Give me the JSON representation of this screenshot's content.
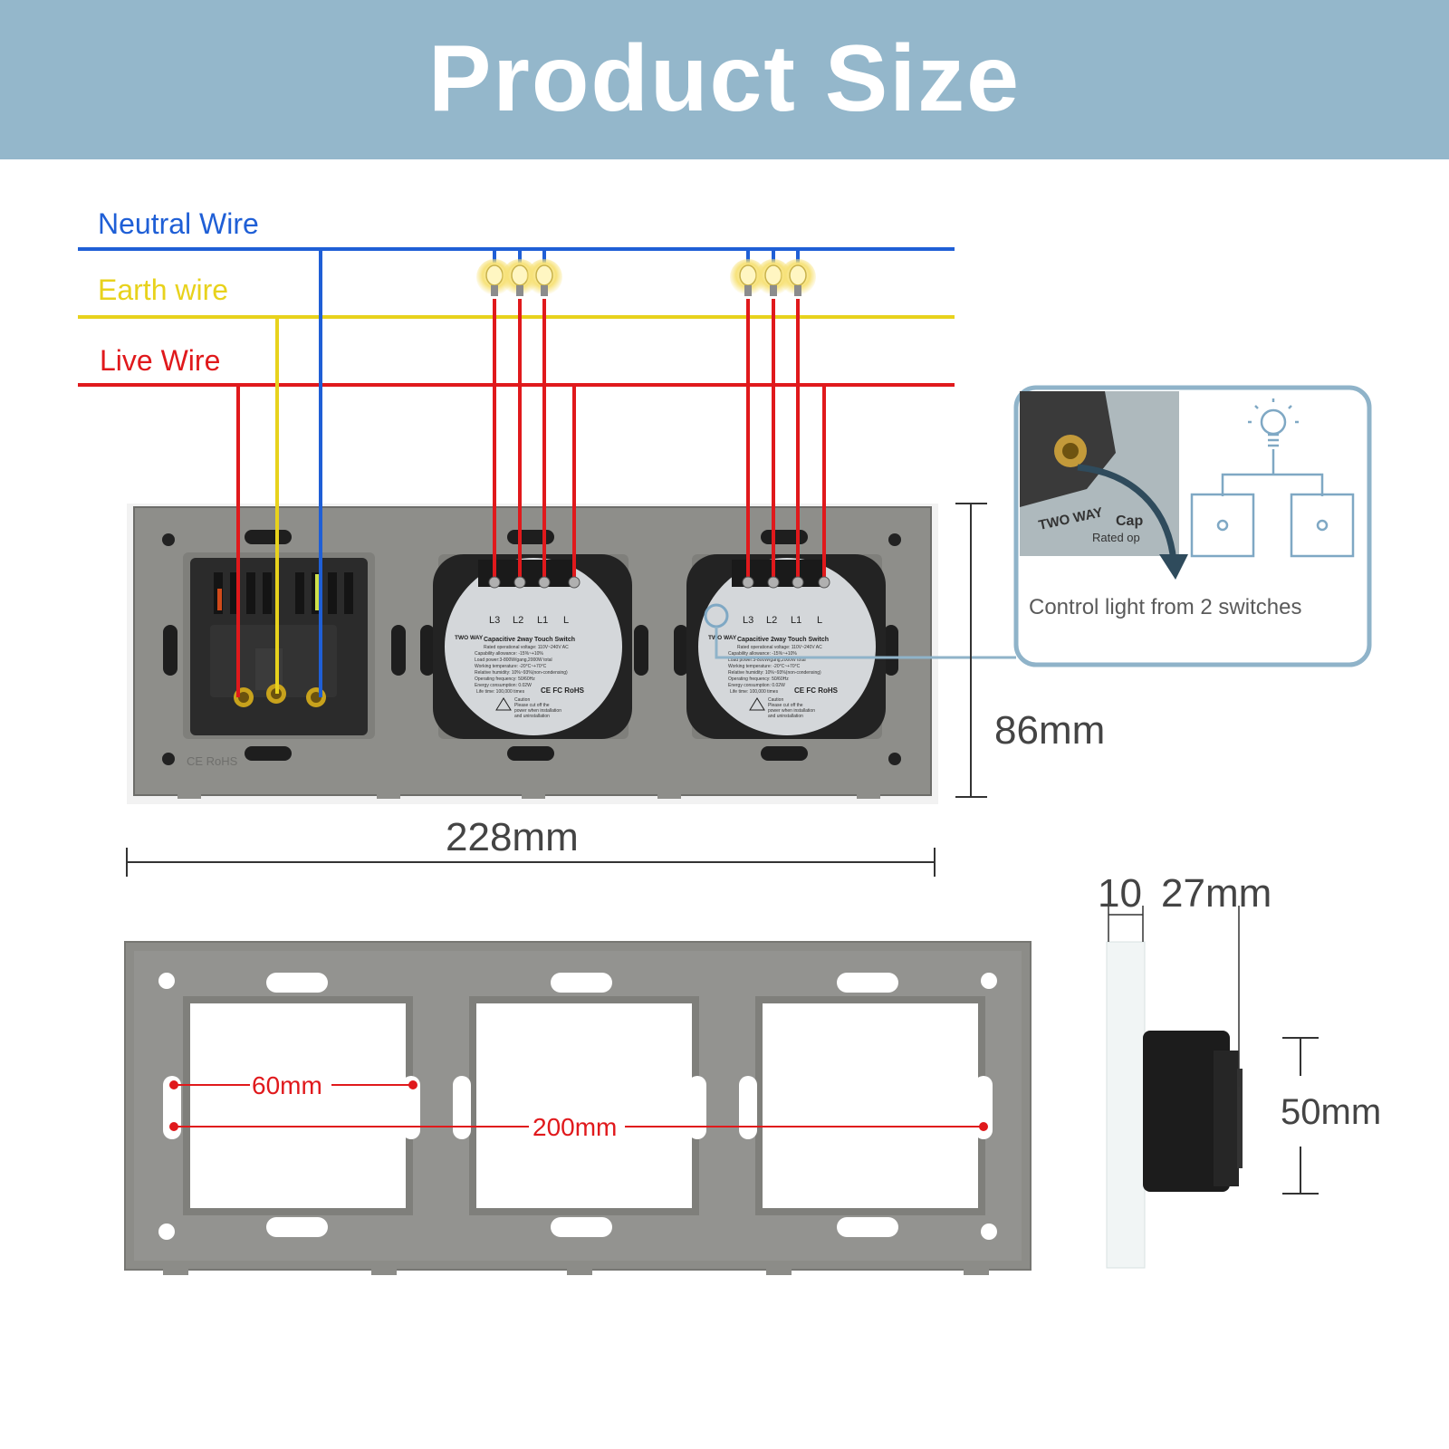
{
  "header": {
    "title": "Product Size"
  },
  "wires": {
    "neutral": {
      "label": "Neutral Wire",
      "color": "#1f5fd6"
    },
    "earth": {
      "label": "Earth wire",
      "color": "#e8d21c"
    },
    "live": {
      "label": "Live Wire",
      "color": "#e0191c"
    }
  },
  "switch_module": {
    "terminals": [
      "L3",
      "L2",
      "L1",
      "L"
    ],
    "badge": "TWO WAY",
    "title": "Capacitive 2way Touch Switch",
    "specs": [
      "Rated operational voltage:  110V~240V  AC",
      "Capability allowance:  -15%~+10%",
      "Load power:3-800W/gang,2000W total",
      "Working temperature:  -20°C~+70°C",
      "Relative humidity:  10%~93%(non-condensing)",
      "Operating frequency:  50/60Hz",
      "Energy consumption:  0.02W",
      "Life time:  100,000 times"
    ],
    "certs": "CE FC RoHS",
    "caution": [
      "Caution",
      "Please cut off the",
      "power when installation",
      "and uninstallation"
    ]
  },
  "socket": {
    "marking": "CE RoHS"
  },
  "inset": {
    "badge": "TWO WAY",
    "text_fragment": "Cap",
    "rated_fragment": "Rated op",
    "caption": "Control light from 2 switches"
  },
  "dimensions": {
    "height": "86mm",
    "width": "228mm",
    "glass_thickness": "10",
    "depth": "27mm",
    "module_diameter": "50mm",
    "opening_spacing": "60mm",
    "mount_spacing": "200mm"
  },
  "colors": {
    "header_bg": "#94b7cb",
    "plate_gray": "#8e8e8a",
    "plate_dark": "#7d7d79",
    "dimension_red": "#e0191c",
    "inset_border": "#8fb3c9",
    "bulb": "#f7e27a"
  }
}
